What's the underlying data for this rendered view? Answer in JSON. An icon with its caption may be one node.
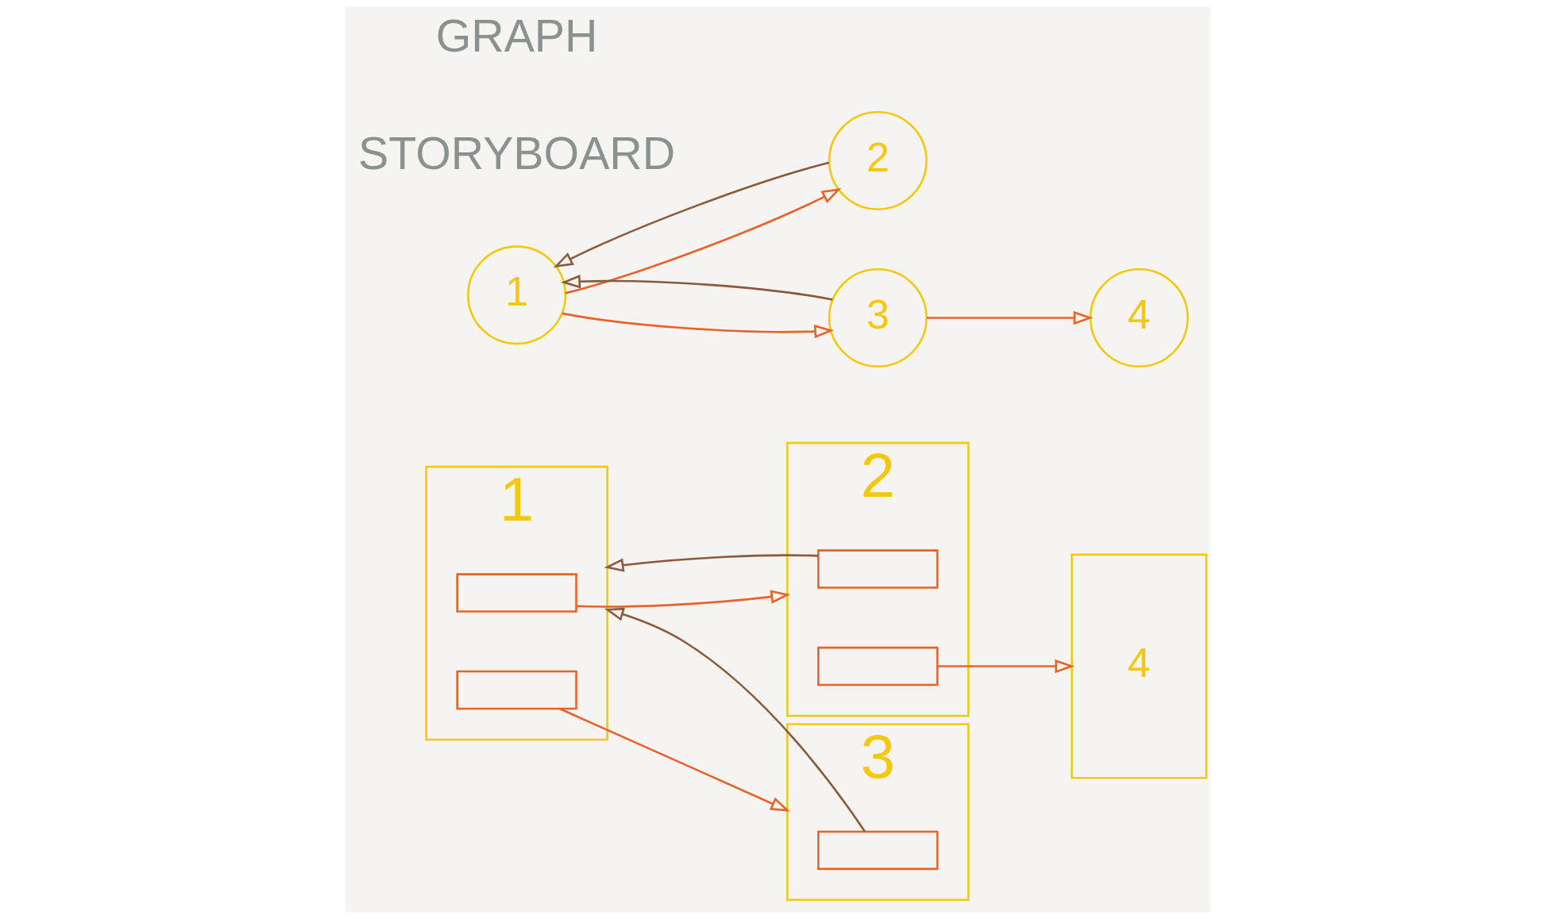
{
  "diagram": {
    "nodes": [
      {
        "text": [
          "1"
        ]
      },
      {
        "text": [],
        "shape": "box",
        "in": 0
      },
      {
        "text": [],
        "shape": "box",
        "in": 0
      },
      {
        "text": [
          "2"
        ]
      },
      {
        "text": [],
        "shape": "box",
        "in": 3
      },
      {
        "text": [],
        "shape": "box",
        "in": 3
      },
      {
        "text": [
          "3"
        ]
      },
      {
        "text": [],
        "shape": "box",
        "in": 6
      },
      {
        "text": [
          "4"
        ]
      },
      {
        "text": [
          "1"
        ]
      },
      {
        "text": [
          "2"
        ]
      },
      {
        "text": [
          "3"
        ]
      },
      {
        "text": [
          "4"
        ]
      }
    ],
    "edges": [
      {
        "from": 1,
        "to": 3,
        "arrow": "to"
      },
      {
        "from": 4,
        "to": 0,
        "arrow": "to",
        "color": "#8b5a3c"
      },
      {
        "from": 7,
        "to": 0,
        "arrow": "to",
        "color": "#8b5a3c"
      },
      {
        "from": 2,
        "to": 6,
        "arrow": "to"
      },
      {
        "from": 5,
        "to": 8,
        "arrow": "to"
      },
      {
        "from": 9,
        "to": 10,
        "arrow": "to"
      },
      {
        "from": 9,
        "to": 11,
        "arrow": "to"
      },
      {
        "from": 11,
        "to": 12,
        "arrow": "to"
      },
      {
        "from": 10,
        "to": 9,
        "arrow": "to",
        "color": "#8b5a3c"
      },
      {
        "from": 11,
        "to": 9,
        "arrow": "to",
        "color": "#8b5a3c"
      }
    ],
    "labels": [
      "STORYBOARD",
      "GRAPH"
    ]
  }
}
